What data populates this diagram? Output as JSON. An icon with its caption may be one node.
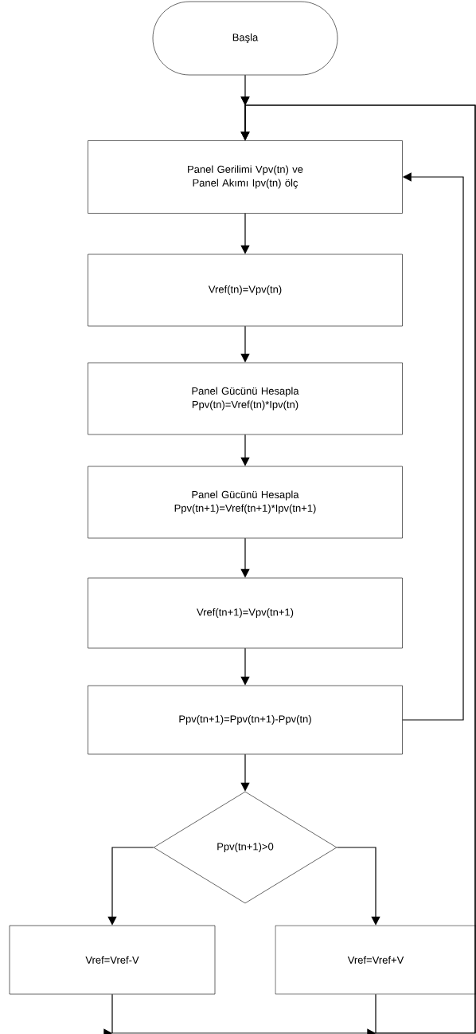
{
  "diagram": {
    "nodes": [
      {
        "text": [
          "Başla"
        ]
      },
      {
        "text": [
          "Panel Gerilimi Vpv(tn) ve Panel Akımı Ipv(tn) ölç"
        ]
      },
      {
        "text": [
          "Vref(tn)=Vpv(tn)"
        ]
      },
      {
        "text": [
          "Panel Gücünü Hesapla",
          "Ppv(tn)=Vref(tn)*Ipv(tn)"
        ]
      },
      {
        "text": [
          "Panel Gücünü Hesapla",
          "Ppv(tn+1)=Vref(tn+1)*Ipv(tn+1)"
        ]
      },
      {
        "text": [
          "Vref(tn+1)=Vpv(tn+1)"
        ]
      },
      {
        "text": [
          "Ppv(tn+1)=Ppv(tn+1)-Ppv(tn)"
        ]
      },
      {
        "text": [
          "Ppv(tn+1)>0"
        ]
      },
      {
        "text": [
          "Vref=Vref-V"
        ]
      },
      {
        "text": [
          "Vref=Vref+V"
        ]
      }
    ],
    "edges": [
      {
        "from": 0,
        "to": 1,
        "arrow": "to"
      },
      {
        "from": 1,
        "to": 2,
        "arrow": "to"
      },
      {
        "from": 2,
        "to": 3,
        "arrow": "to"
      },
      {
        "from": 3,
        "to": 4,
        "arrow": "to"
      },
      {
        "from": 4,
        "to": 5,
        "arrow": "to"
      },
      {
        "from": 5,
        "to": 6,
        "arrow": "to"
      },
      {
        "from": 6,
        "to": 7,
        "arrow": "to"
      },
      {
        "from": 6,
        "to": 1,
        "arrow": "to"
      },
      {
        "from": 7,
        "to": 8,
        "arrow": "to"
      },
      {
        "from": 7,
        "to": 9,
        "arrow": "to"
      },
      {
        "from": 8,
        "to": 1,
        "arrow": "to"
      },
      {
        "from": 9,
        "to": 1,
        "arrow": "to"
      }
    ]
  }
}
